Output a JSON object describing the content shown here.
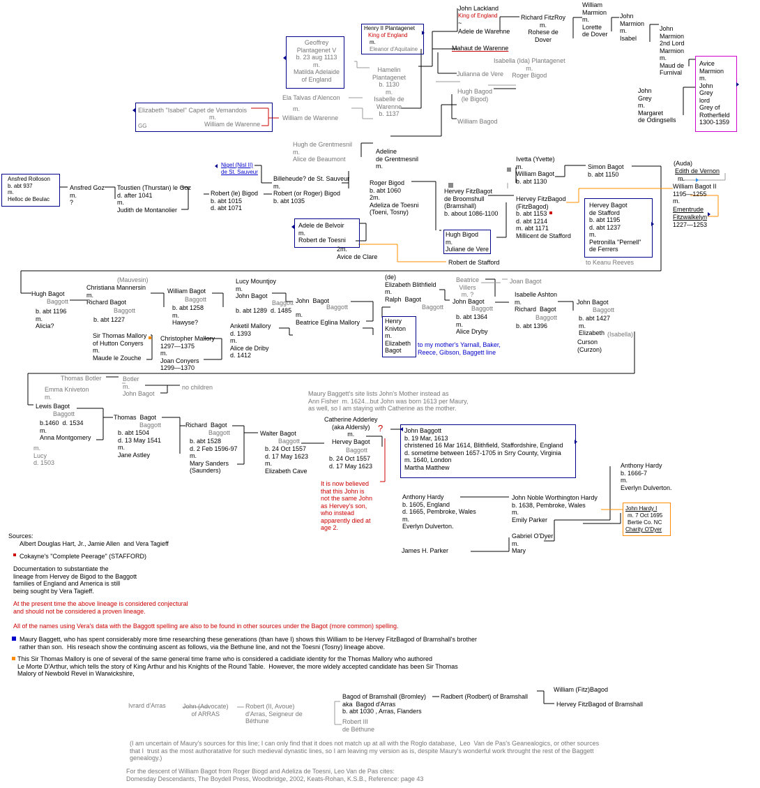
{
  "nodes": [
    {
      "id": "john-lackland",
      "text": "John Lackland"
    },
    {
      "id": "john-king",
      "text": "King of England"
    },
    {
      "id": "john-tilde",
      "text": "~"
    },
    {
      "id": "adele-warenne",
      "text": "Adele de Warenne"
    },
    {
      "id": "henry2",
      "text": "Henry II Plantagenet"
    },
    {
      "id": "henry2-king",
      "text": "King of England"
    },
    {
      "id": "henry2-m",
      "text": "m."
    },
    {
      "id": "eleanor",
      "text": "Eleanor d'Aquitaine"
    },
    {
      "id": "mahaut",
      "text": "Mahaut de Warenne"
    },
    {
      "id": "richard-fitzroy",
      "text": "Richard FitzRoy\nm.\nRohese de\nDover"
    },
    {
      "id": "william-marmion",
      "text": "William\nMarmion\nm.\nLorette\nde Dover"
    },
    {
      "id": "john-marmion-isabel",
      "text": "John\nMarmion\nm.\nIsabel"
    },
    {
      "id": "john-marmion-2nd",
      "text": "John\nMarmion\n2nd Lord\nMarmion\nm.\nMaud de\nFurnival"
    },
    {
      "id": "avice-marmion",
      "text": "Avice\nMarmion\nm.\nJohn\nGrey\nlord\nGrey of\nRotherfield\n1300-1359"
    },
    {
      "id": "john-grey",
      "text": "John\nGrey\nm.\nMargaret\nde Odingsells"
    },
    {
      "id": "geoffrey",
      "text": "Geoffrey\nPlantagenet V\nb. 23 aug 1113\nm.\nMatilda Adelaide\nof England"
    },
    {
      "id": "hamelin",
      "text": "Hamelin\nPlantagenet\nb. 1130\nm.\nIsabelle de\nWarenne\nb. 1137"
    },
    {
      "id": "isabella-ida",
      "text": "Isabella (Ida) Plantagenet\nm.\nRoger Bigod"
    },
    {
      "id": "julianna-vere",
      "text": "Julianna de Vere"
    },
    {
      "id": "hugh-bagod-bigod",
      "text": "Hugh Bagod\n(le Bigod)"
    },
    {
      "id": "william-bagod",
      "text": "William Bagod"
    },
    {
      "id": "ela-talvas",
      "text": "Ela Talvas d'Alencon"
    },
    {
      "id": "ela-m",
      "text": "m."
    },
    {
      "id": "william-warenne",
      "text": "William de Warenne"
    },
    {
      "id": "elizabeth-isabel",
      "text": "Elizabeth \"Isabel\" Capet de Vemandois"
    },
    {
      "id": "eliz-m",
      "text": "m."
    },
    {
      "id": "william-warenne2",
      "text": "William de Warenne"
    },
    {
      "id": "gg",
      "text": "GG"
    },
    {
      "id": "hugh-grentmesnil",
      "text": "Hugh de Grentmesnil\nm.\nAlice de Beaumont"
    },
    {
      "id": "adeline",
      "text": "Adeline\nde Grentmesnil\nm."
    },
    {
      "id": "nigel",
      "text": "Nigel (Nisl II)\nde St. Sauveur"
    },
    {
      "id": "billeheude",
      "text": "Billeheude? de St. Sauveur\nm.\nRobert (or Roger) Bigod\nb. abt 1035"
    },
    {
      "id": "roger-bigod",
      "text": "Roger Bigod\nb. abt 1060\n2m.\nAdeliza de Toesni\n(Toeni, Tosny)"
    },
    {
      "id": "ansfred-rolloson",
      "text": "Ansfred Rolloson\nb. abt 937\nm.\nHelloc de Beulac"
    },
    {
      "id": "ansfred-goz",
      "text": "Ansfred Goz\nm.\n?"
    },
    {
      "id": "toustien",
      "text": "Toustien (Thurstan) le Goz\nd. after 1041\nm.\nJudith de Montanolier"
    },
    {
      "id": "robert-le-bigod",
      "text": "Robert (le) Bigod\nb. abt 1015\nd. abt 1071"
    },
    {
      "id": "adele-belvoir",
      "text": "Adele de Belvoir\nm.\nRobert de Toesni"
    },
    {
      "id": "2m-avice",
      "text": "2m.\nAvice de Clare"
    },
    {
      "id": "robert-stafford",
      "text": "Robert de Stafford"
    },
    {
      "id": "hervey-fitzbagot",
      "text": "Hervey FitzBagot\nde Broomshull\n(Bramshall)\nb. about 1086-1100"
    },
    {
      "id": "hugh-bigod-box",
      "text": "Hugh Bigod\nm.\nJuliane de Vere"
    },
    {
      "id": "ivetta",
      "text": "Ivetta (Yvette)\nm.\nWilliam Bagot\nb. abt 1130"
    },
    {
      "id": "hervey-fitzbagod",
      "text": "Hervey FitzBagod\n(FitzBagod)\nb. abt 1153\nd. abt 1214\nm. abt 1171\nMillicent de Stafford"
    },
    {
      "id": "simon-bagot",
      "text": "Simon Bagot\nb. abt 1150"
    },
    {
      "id": "hervey-bagot-stafford",
      "text": "Hervey Bagot\nde Stafford\nb. abt 1195\nd. abt 1237\nm.\nPetronilla \"Pernell\"\nde Ferrers"
    },
    {
      "id": "to-keanu",
      "text": "to Keanu Reeves"
    },
    {
      "id": "auda",
      "text": "(Auda)"
    },
    {
      "id": "edith-vernon",
      "text": "Edith de Vernon"
    },
    {
      "id": "wb2-m",
      "text": "m."
    },
    {
      "id": "william-bagot-2",
      "text": "William Bagot II\n1195—1255\nm."
    },
    {
      "id": "ementrude",
      "text": "Ementrude\nFitzwalkelyn"
    },
    {
      "id": "ementrude-years",
      "text": "1227—1253"
    },
    {
      "id": "mauvesin",
      "text": "(Mauvesin)"
    },
    {
      "id": "hugh-bagot",
      "text": "Hugh Bagot"
    },
    {
      "id": "hugh-baggott",
      "text": "Baggott"
    },
    {
      "id": "hugh-bagot-rest",
      "text": "b. abt 1196\nm.\nAlicia?"
    },
    {
      "id": "christiana",
      "text": "Christiana Mannersin\nm.\nRichard Bagot"
    },
    {
      "id": "christiana-baggott",
      "text": "Baggott"
    },
    {
      "id": "christiana-rest",
      "text": "b. abt 1227"
    },
    {
      "id": "william-bagot-1258",
      "text": "William Bagot"
    },
    {
      "id": "william-1258-baggott",
      "text": "Baggott"
    },
    {
      "id": "william-1258-rest",
      "text": "b. abt 1258\nm.\nHawyse?"
    },
    {
      "id": "lucy-mountjoy",
      "text": "Lucy Mountjoy\nm.\nJohn Bagot"
    },
    {
      "id": "lucy-baggott",
      "text": "Baggott"
    },
    {
      "id": "lucy-rest",
      "text": "b. abt 1289  d. 1485"
    },
    {
      "id": "john-bagot-beatrice",
      "text": "John  Bagot"
    },
    {
      "id": "jbb-baggott",
      "text": "Baggott"
    },
    {
      "id": "jbb-rest",
      "text": "m.\nBeatrice Eglina Mallory"
    },
    {
      "id": "elizabeth-blithfield",
      "text": "(de)\nElizabeth Blithfield\nm.\nRalph  Bagot"
    },
    {
      "id": "eb-baggott",
      "text": "Baggott"
    },
    {
      "id": "beatrice-villers",
      "text": "Beatrice\nVillers\nm. ?"
    },
    {
      "id": "joan-bagot",
      "text": "Joan Bagot"
    },
    {
      "id": "john-bagot-1364",
      "text": "John Bagot"
    },
    {
      "id": "jb1364-baggott",
      "text": "Baggott"
    },
    {
      "id": "jb1364-rest",
      "text": "b. abt 1364\nm.\nAlice Dryby"
    },
    {
      "id": "isabelle-ashton",
      "text": "Isabelle Ashton\nm.\nRichard  Bagot"
    },
    {
      "id": "ia-baggott",
      "text": "Baggott"
    },
    {
      "id": "ia-rest",
      "text": "b. abt 1396"
    },
    {
      "id": "john-bagot-1427",
      "text": "John Bagot"
    },
    {
      "id": "jb1427-baggott",
      "text": "Baggott"
    },
    {
      "id": "jb1427-rest",
      "text": "b. abt 1427\nm.\nElizabeth"
    },
    {
      "id": "jb1427-isabella",
      "text": "(Isabella)"
    },
    {
      "id": "jb1427-curson",
      "text": "Curson\n(Curzon)"
    },
    {
      "id": "thomas-mallory",
      "text": "Sir Thomas Mallory\nof Hutton Conyers\nm.\nMaude le Zouche"
    },
    {
      "id": "christopher-mallory",
      "text": "Christopher Mallory\n1297—1375\nm.\nJoan Conyers\n1299—1370"
    },
    {
      "id": "anketil",
      "text": "Anketil Mallory\nd. 1393\nm.\nAlice de Driby\nd. 1412"
    },
    {
      "id": "henry-knivton",
      "text": "Henry\nKnivton\nm.\nElizabeth\nBagot"
    },
    {
      "id": "to-mothers",
      "text": "to my mother's Yarnall, Baker,\nReece, Gibson, Baggett line"
    },
    {
      "id": "thomas-botler",
      "text": "Thomas Botler"
    },
    {
      "id": "botler",
      "text": "Botler\nm.\nJohn Bagot"
    },
    {
      "id": "no-children",
      "text": "no children"
    },
    {
      "id": "emma-kniveton",
      "text": "Emma Kniveton\nm."
    },
    {
      "id": "lewis-bagot",
      "text": "Lewis Bagot"
    },
    {
      "id": "lewis-baggott",
      "text": "Baggott"
    },
    {
      "id": "lewis-rest",
      "text": "b.1460  d. 1534\nm.\nAnna Montgomery"
    },
    {
      "id": "lewis-lucy",
      "text": "m.\nLucy\nd. 1503"
    },
    {
      "id": "thomas-bagot",
      "text": "Thomas  Bagot"
    },
    {
      "id": "tb-baggott",
      "text": "Baggott"
    },
    {
      "id": "tb-rest",
      "text": "b. abt 1504\nd. 13 May 1541\nm.\nJane Astley"
    },
    {
      "id": "richard-bagot-1528",
      "text": "Richard  Bagot"
    },
    {
      "id": "rb-baggott",
      "text": "Baggott"
    },
    {
      "id": "rb-rest",
      "text": "b. abt 1528\nd. 2 Feb 1596-97\nm.\nMary Sanders\n(Saunders)"
    },
    {
      "id": "walter-bagot",
      "text": "Walter Bagot"
    },
    {
      "id": "wb-baggott",
      "text": "Baggott"
    },
    {
      "id": "wb-rest",
      "text": "b. 24 Oct 1557\nd. 17 May 1623\nm.\nElizabeth Cave"
    },
    {
      "id": "maury-note",
      "text": "Maury Baggett's site lists John's Mother instead as\nAnn Fisher  m. 1624...but John was born 1613 per Maury,\nas well, so I am staying with Catherine as the mother."
    },
    {
      "id": "catherine-adderley",
      "text": "Catherine Adderley\n(aka Aldersly)\nm.\nHervey Bagot"
    },
    {
      "id": "ca-baggott",
      "text": "Baggott"
    },
    {
      "id": "ca-rest",
      "text": "b. 24 Oct 1557\nd. 17 May 1623"
    },
    {
      "id": "question",
      "text": "?"
    },
    {
      "id": "john-baggott",
      "text": "John Baggott\nb. 19 Mar, 1613\nchristened 16 Mar 1614, Blithfield, Staffordshire, England\nd. sometime between 1657-1705 in Srry County, Virginia\nm. 1640, London\nMartha Matthew"
    },
    {
      "id": "believed-note",
      "text": "It is now believed\nthat this John is\nnot the same John\nas Hervey's son,\nwho instead\napparently died at\nage 2."
    },
    {
      "id": "anthony-hardy-1",
      "text": "Anthony Hardy\nb. 1666-7\nm.\nEverlyn Dulverton."
    },
    {
      "id": "john-hardy",
      "text": "John Hardy I"
    },
    {
      "id": "john-hardy-rest",
      "text": "m. 7 Oct 1695\nBertie Co. NC"
    },
    {
      "id": "charity",
      "text": "Charity O'Dyer"
    },
    {
      "id": "anthony-hardy-2",
      "text": "Anthony Hardy\nb. 1605, England\nd. 1665, Pembroke, Wales\nm.\nEverlyn Dulverton."
    },
    {
      "id": "john-noble",
      "text": "John Noble Worthington Hardy\nb. 1638, Pembroke, Wales\nm.\nEmily Parker"
    },
    {
      "id": "gabriel",
      "text": "Gabriel O'Dyer\nm.\nMary"
    },
    {
      "id": "james-parker",
      "text": "James H. Parker"
    },
    {
      "id": "sources-title",
      "text": "Sources:"
    },
    {
      "id": "sources-names",
      "text": "Albert Douglas Hart, Jr., Jamie Allen  and Vera Tagieff"
    },
    {
      "id": "cokayne",
      "text": "Cokayne's \"Complete Peerage\" (STAFFORD)"
    },
    {
      "id": "documentation",
      "text": "Documentation to substantiate the\nlineage from Hervey de Bigod to the Baggott\nfamilies of England and America is still\nbeing sought by Vera Tagieff."
    },
    {
      "id": "conjectural",
      "text": "At the present time the above lineage is considered conjectural\nand should not be considered a proven lineage."
    },
    {
      "id": "all-names",
      "text": "All of the names using Vera's data with the Baggott spelling are also to be found in other sources under the Bagot (more common) spelling."
    },
    {
      "id": "maury-spent",
      "text": "Maury Baggett, who has spent considerably more time researching these generations (than have I) shows this William to be Hervey FitzBagod of Bramshall's brother\nrather than son.  His reseach show the continuing ascent as follows, via the Bethune line, and not the Toesni (Tosny) lineage above."
    },
    {
      "id": "this-sir-thomas",
      "text": "This Sir Thomas Mallory is one of several of the same general time frame who is considered a cadidiate identity for the Thomas Mallory who authored\nLe Morte D'Arthur, which tells the story of King Arthur and his Knights of the Round Table.  However, the more widely accepted candidate has been Sir Thomas\nMalory of Newbold Revel in Warwickshire,"
    },
    {
      "id": "ivrard",
      "text": "Ivrard d'Arras"
    },
    {
      "id": "john-advocate",
      "text": "John (Advocate)\nof ARRAS"
    },
    {
      "id": "robert-ii",
      "text": "Robert (II, Avoue)\nd'Arras, Seigneur de\nBéthune"
    },
    {
      "id": "robert-iii",
      "text": "Robert III\nde Béthune"
    },
    {
      "id": "bagod-bramshall",
      "text": "Bagod of Bramshall (Bromley)\naka  Bagod d'Arras\nb. abt 1030 , Arras, Flanders"
    },
    {
      "id": "radbert",
      "text": "Radbert (Rodbert) of Bramshall"
    },
    {
      "id": "william-fitzbagod",
      "text": "William (Fitz)Bagod"
    },
    {
      "id": "hervey-fitzbagod-bramshall",
      "text": "Hervey FitzBagod of Bramshall"
    },
    {
      "id": "uncertain",
      "text": "(I am uncertain of Maury's sources for this line; I can only find that it does not match up at all with the Roglo database,  Leo  Van de Pas's Geanealogics, or other sources\nthat I  trust as the most authoratative for such medieval dynastic lines, so I am leaving my version as is, despite Maury's wonderful work throught the rest of the Baggett\ngenealogy.)"
    },
    {
      "id": "for-descent",
      "text": "For the descent of William Bagot from Roger Biogd and Adeliza de Toesni, Leo Van de Pas cites:\nDomesday Descendants, The Boydell Press, Woodbridge, 2002, Keats-Rohan, K.S.B., Reference: page 43"
    }
  ],
  "colors": {
    "link_blue": "#00008b",
    "red": "#cc0000",
    "orange": "#ff8c00",
    "magenta": "#cc00cc",
    "grey_text": "#777777"
  }
}
